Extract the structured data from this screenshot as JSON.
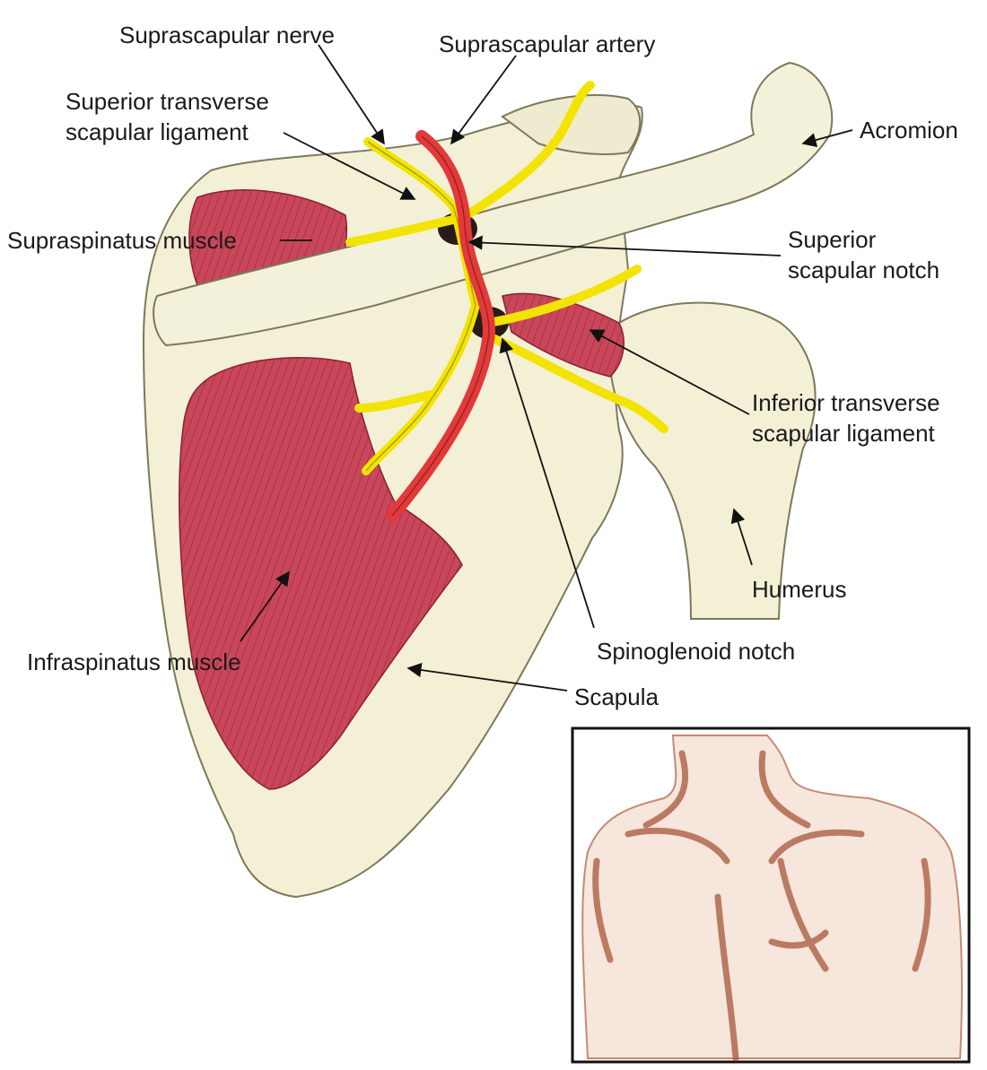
{
  "labels": {
    "suprascapular_nerve": "Suprascapular nerve",
    "suprascapular_artery": "Suprascapular artery",
    "superior_transverse_ligament": [
      "Superior transverse",
      "scapular ligament"
    ],
    "acromion": "Acromion",
    "supraspinatus_muscle": "Supraspinatus muscle",
    "superior_scapular_notch": [
      "Superior",
      "scapular notch"
    ],
    "inferior_transverse_ligament": [
      "Inferior transverse",
      "scapular ligament"
    ],
    "humerus": "Humerus",
    "spinoglenoid_notch": "Spinoglenoid notch",
    "infraspinatus_muscle": "Infraspinatus muscle",
    "scapula": "Scapula"
  },
  "colors": {
    "bone": "#f3f0d6",
    "bone_outline": "#7a7a5a",
    "muscle": "#c9475a",
    "muscle_dark": "#a8283f",
    "nerve": "#f2e400",
    "artery": "#e23a3a",
    "skin": "#f6e6dc",
    "skin_shadow": "#a8563a"
  }
}
